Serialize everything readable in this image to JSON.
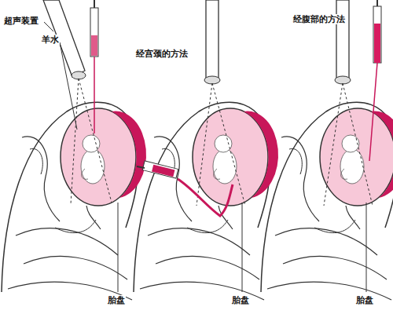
{
  "diagram": {
    "labels": [
      "超声装置",
      "羊水",
      "经宫颈的方法",
      "经腹部的方法",
      "胎盘",
      "胎盘",
      "胎盘"
    ]
  }
}
